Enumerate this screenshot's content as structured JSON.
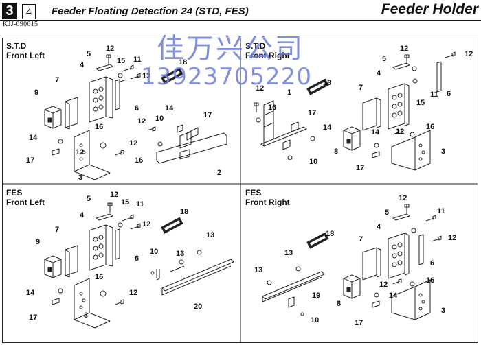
{
  "header": {
    "page_number": "3",
    "sub_number": "4",
    "title": "Feeder Floating Detection 24 (STD, FES)",
    "section": "Feeder Holder",
    "code": "KJJ-090615"
  },
  "watermark": {
    "line1": "佳万兴公司",
    "line2": "13923705220"
  },
  "panels": [
    {
      "type": "S.T.D",
      "position": "Front Left"
    },
    {
      "type": "S.T.D",
      "position": "Front Right"
    },
    {
      "type": "FES",
      "position": "Front Left"
    },
    {
      "type": "FES",
      "position": "Front Right"
    }
  ],
  "callouts": {
    "p1": [
      "12",
      "5",
      "11",
      "15",
      "4",
      "12",
      "18",
      "9",
      "7",
      "6",
      "14",
      "16",
      "12",
      "12",
      "17",
      "10",
      "14",
      "17",
      "16",
      "12",
      "3",
      "2"
    ],
    "p2": [
      "12",
      "12",
      "5",
      "18",
      "4",
      "12",
      "1",
      "16",
      "7",
      "11",
      "6",
      "15",
      "17",
      "14",
      "16",
      "12",
      "14",
      "8",
      "10",
      "3",
      "17"
    ],
    "p3": [
      "12",
      "5",
      "15",
      "11",
      "4",
      "12",
      "18",
      "7",
      "9",
      "6",
      "13",
      "10",
      "13",
      "16",
      "14",
      "12",
      "17",
      "20",
      "3"
    ],
    "p4": [
      "12",
      "5",
      "11",
      "18",
      "12",
      "4",
      "7",
      "13",
      "13",
      "6",
      "19",
      "16",
      "12",
      "8",
      "14",
      "10",
      "17",
      "3"
    ]
  },
  "colors": {
    "ink": "#111111",
    "watermark": "#6e7ed8"
  }
}
